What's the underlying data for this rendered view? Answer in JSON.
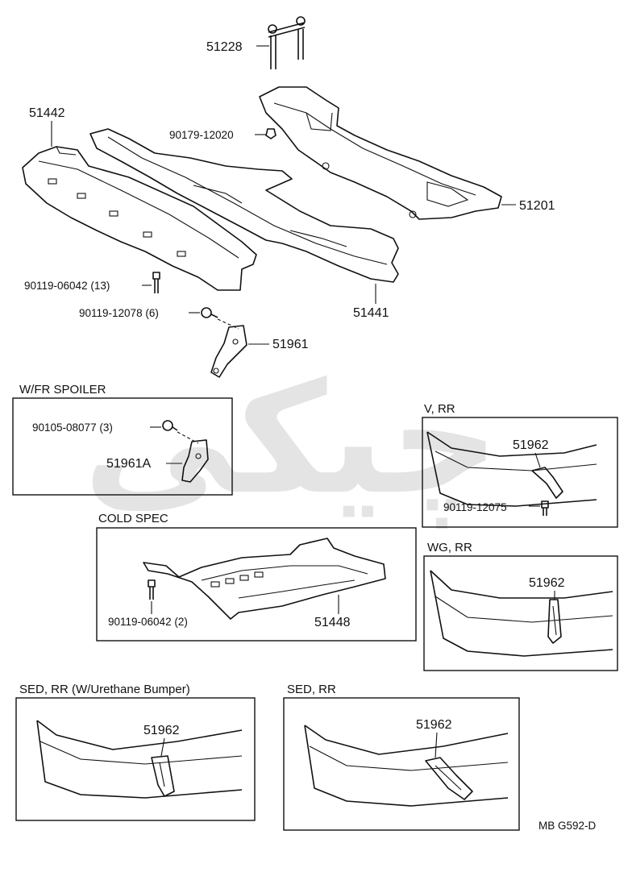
{
  "watermark": "چیکی",
  "footer_code": "MB G592-D",
  "parts": {
    "p51228": "51228",
    "p51442": "51442",
    "p90179": "90179-12020",
    "p51201": "51201",
    "p90119_06042": "90119-06042 (13)",
    "p90119_12078": "90119-12078 (6)",
    "p51441": "51441",
    "p51961": "51961"
  },
  "boxes": {
    "wfr_spoiler": {
      "title": "W/FR SPOILER",
      "bolt": "90105-08077 (3)",
      "bracket": "51961A"
    },
    "v_rr": {
      "title": "V, RR",
      "clip": "51962",
      "screw": "90119-12075"
    },
    "cold_spec": {
      "title": "COLD SPEC",
      "bolt": "90119-06042 (2)",
      "cover": "51448"
    },
    "wg_rr": {
      "title": "WG, RR",
      "clip": "51962"
    },
    "sed_rr_urethane": {
      "title": "SED, RR (W/Urethane Bumper)",
      "clip": "51962"
    },
    "sed_rr": {
      "title": "SED, RR",
      "clip": "51962"
    }
  }
}
